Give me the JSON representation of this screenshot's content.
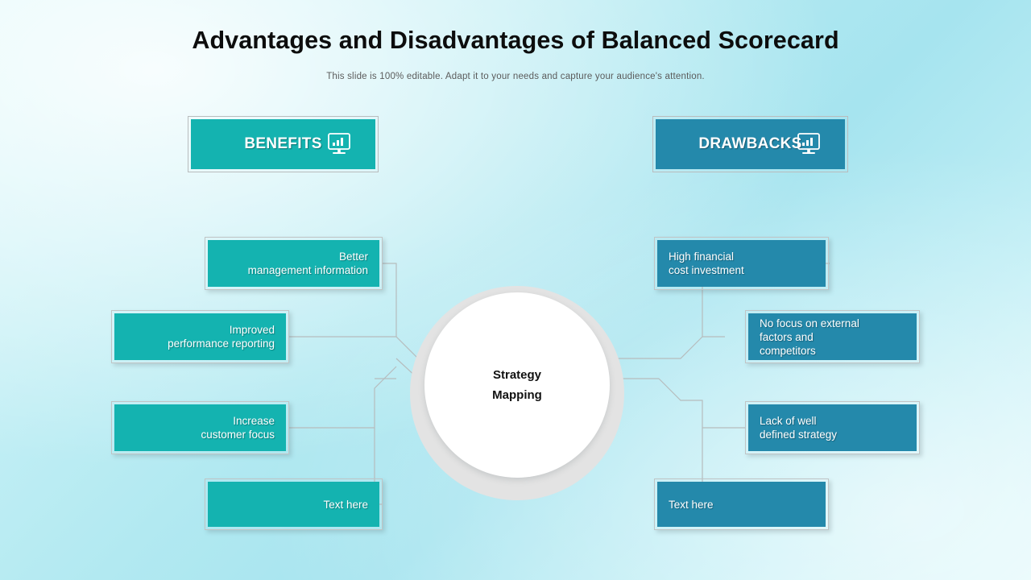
{
  "slide": {
    "title": "Advantages and Disadvantages of Balanced Scorecard",
    "subtitle": "This slide is 100% editable. Adapt it to your needs and capture your audience's attention.",
    "background_top": "#d9f7f9",
    "background_bottom": "#a6e4ef"
  },
  "center": {
    "line1": "Strategy",
    "line2": "Mapping"
  },
  "left": {
    "header": {
      "label": "BENEFITS",
      "color": "#14b3b0",
      "icon": "monitor-chart-icon"
    },
    "nodes": [
      {
        "line1": "Better",
        "line2": "management information",
        "color": "#14b3b0"
      },
      {
        "line1": "Improved",
        "line2": "performance reporting",
        "color": "#14b3b0"
      },
      {
        "line1": "Increase",
        "line2": "customer focus",
        "color": "#14b3b0"
      },
      {
        "line1": "Text here",
        "line2": "",
        "color": "#14b3b0"
      }
    ]
  },
  "right": {
    "header": {
      "label": "DRAWBACKS",
      "color": "#2489ab",
      "icon": "monitor-chart-icon"
    },
    "nodes": [
      {
        "line1": "High financial",
        "line2": "cost investment",
        "line3": "",
        "color": "#2489ab"
      },
      {
        "line1": "No focus on external",
        "line2": "factors and",
        "line3": "competitors",
        "color": "#2489ab"
      },
      {
        "line1": "Lack of well",
        "line2": "defined strategy",
        "line3": "",
        "color": "#2489ab"
      },
      {
        "line1": "Text here",
        "line2": "",
        "line3": "",
        "color": "#2489ab"
      }
    ]
  }
}
